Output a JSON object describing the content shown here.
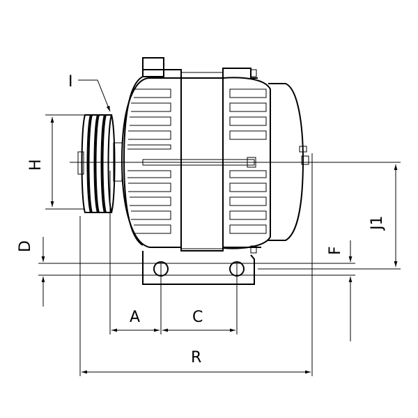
{
  "diagram": {
    "labels": {
      "I": "I",
      "H": "H",
      "D": "D",
      "F": "F",
      "J1": "J1",
      "A": "A",
      "C": "C",
      "R": "R"
    }
  }
}
